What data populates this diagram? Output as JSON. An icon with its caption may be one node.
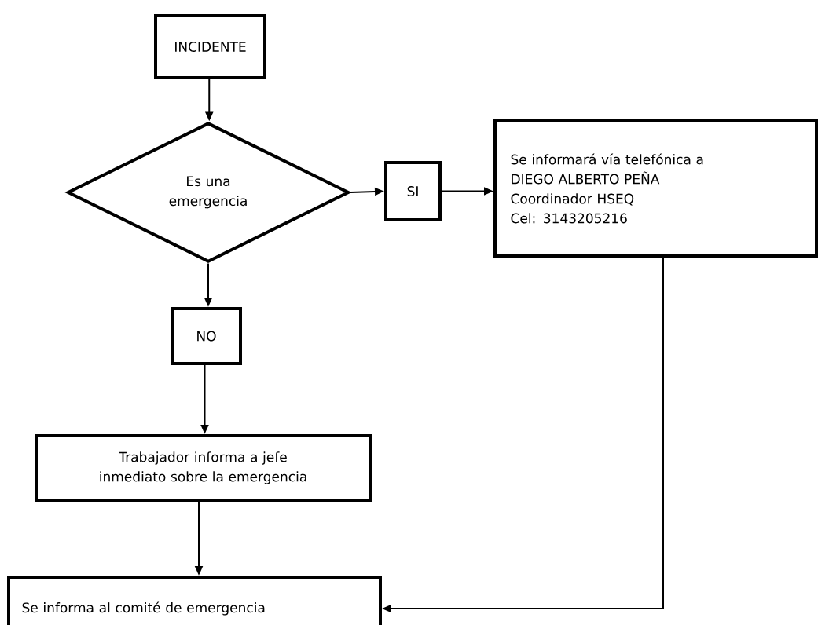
{
  "diagram": {
    "nodes": [
      {
        "text": [
          "INCIDENTE"
        ]
      },
      {
        "text": [
          "Es una emergencia"
        ]
      },
      {
        "text": [
          "SI"
        ]
      },
      {
        "text": [
          "Se informará vía telefónica a",
          "DIEGO ALBERTO PEÑA",
          "Coordinador HSEQ",
          "Cel: 3143205216"
        ]
      },
      {
        "text": [
          "NO"
        ]
      },
      {
        "text": [
          "Trabajador informa a jefe inmediato sobre la emergencia"
        ]
      },
      {
        "text": [
          "Se informa al comité de emergencia"
        ]
      }
    ],
    "edges": [
      {
        "from": 0,
        "to": 1,
        "arrow": "to"
      },
      {
        "from": 1,
        "to": 2,
        "arrow": "to"
      },
      {
        "from": 2,
        "to": 3,
        "arrow": "to"
      },
      {
        "from": 1,
        "to": 4,
        "arrow": "to"
      },
      {
        "from": 4,
        "to": 5,
        "arrow": "to"
      },
      {
        "from": 5,
        "to": 6,
        "arrow": "to"
      },
      {
        "from": 3,
        "to": 6,
        "arrow": "to"
      }
    ]
  }
}
